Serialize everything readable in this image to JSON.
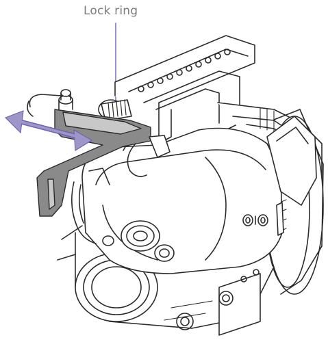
{
  "callout": {
    "label": "Lock ring"
  },
  "colors": {
    "line": "#2b2b2b",
    "accent_fill": "#9e96c9",
    "accent_stroke": "#6f64b0",
    "bracket_fill": "#8a8a8a",
    "bracket_light": "#c8c8c8",
    "label_text": "#7a7a7a"
  },
  "illustration": {
    "subject": "camcorder-with-viewfinder",
    "arrow": "double-headed-slide-arrow"
  }
}
